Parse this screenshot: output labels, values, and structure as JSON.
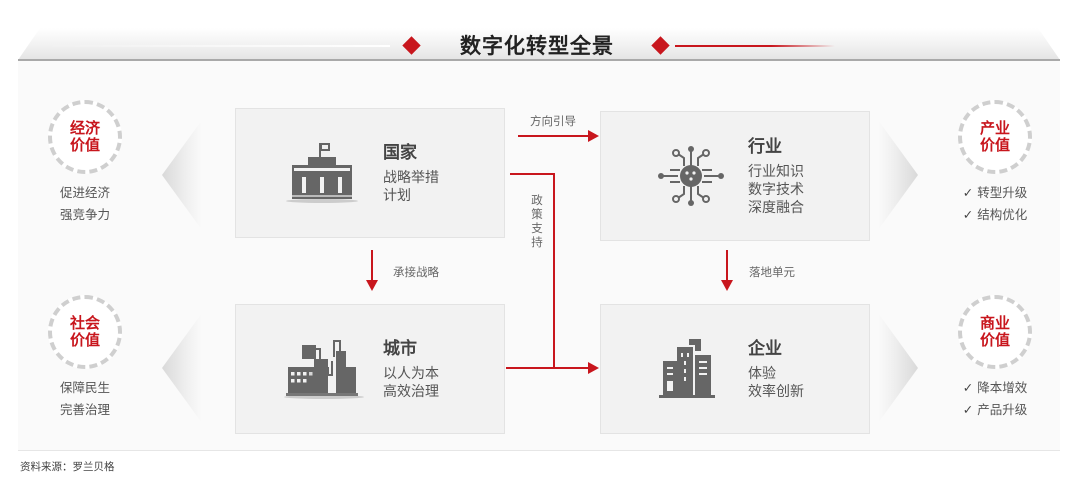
{
  "header": {
    "title": "数字化转型全景",
    "accent_color": "#c8161d"
  },
  "values": {
    "economic": {
      "title": "经济价值",
      "title_line1": "经济",
      "title_line2": "价值",
      "points": [
        "促进经济",
        "强竞争力"
      ]
    },
    "social": {
      "title": "社会价值",
      "title_line1": "社会",
      "title_line2": "价值",
      "points": [
        "保障民生",
        "完善治理"
      ]
    },
    "industrial": {
      "title": "产业价值",
      "title_line1": "产业",
      "title_line2": "价值",
      "points": [
        "转型升级",
        "结构优化"
      ]
    },
    "commercial": {
      "title": "商业价值",
      "title_line1": "商业",
      "title_line2": "价值",
      "points": [
        "降本增效",
        "产品升级"
      ]
    }
  },
  "entities": {
    "country": {
      "icon": "government-building-icon",
      "title": "国家",
      "lines": [
        "战略举措",
        "计划"
      ]
    },
    "industry": {
      "icon": "circuit-chip-icon",
      "title": "行业",
      "lines": [
        "行业知识",
        "数字技术",
        "深度融合"
      ]
    },
    "city": {
      "icon": "factory-icon",
      "title": "城市",
      "lines": [
        "以人为本",
        "高效治理"
      ]
    },
    "enterprise": {
      "icon": "office-building-icon",
      "title": "企业",
      "lines": [
        "体验",
        "效率创新"
      ]
    }
  },
  "flows": {
    "country_to_industry": "方向引导",
    "country_to_enterprise": "政策支持",
    "country_to_city": "承接战略",
    "industry_to_enterprise": "落地单元"
  },
  "source": "资料来源：罗兰贝格"
}
